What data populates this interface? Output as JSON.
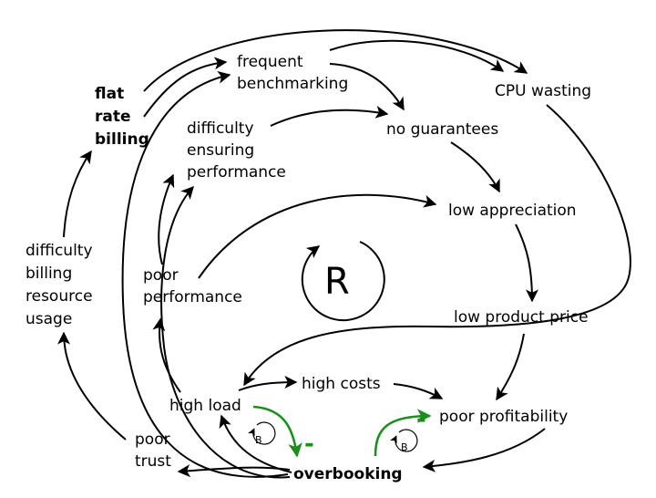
{
  "nodes": {
    "flat_rate_billing": [
      "flat",
      "rate",
      "billing"
    ],
    "frequent_benchmarking": [
      "frequent",
      "benchmarking"
    ],
    "cpu_wasting": [
      "CPU wasting"
    ],
    "difficulty_ensuring_performance": [
      "difficulty",
      "ensuring",
      "performance"
    ],
    "no_guarantees": [
      "no guarantees"
    ],
    "low_appreciation": [
      "low appreciation"
    ],
    "difficulty_billing_resource_usage": [
      "difficulty",
      "billing",
      "resource",
      "usage"
    ],
    "poor_performance": [
      "poor",
      "performance"
    ],
    "low_product_price": [
      "low product price"
    ],
    "high_costs": [
      "high costs"
    ],
    "high_load": [
      "high load"
    ],
    "poor_profitability": [
      "poor profitability"
    ],
    "poor_trust": [
      "poor",
      "trust"
    ],
    "overbooking": [
      "overbooking"
    ]
  },
  "loops": {
    "reinforcing": "R",
    "balancing_left": "B",
    "balancing_right": "B"
  },
  "signs": {
    "minus_left": "-",
    "minus_right": "-"
  },
  "colors": {
    "edge": "#000000",
    "balancing_edge": "#1b8f1b"
  }
}
